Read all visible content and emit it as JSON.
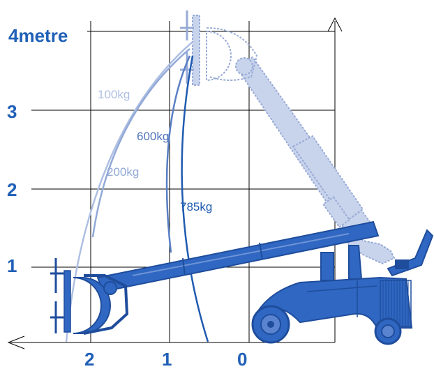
{
  "chart_data": {
    "type": "diagram",
    "y_axis": {
      "ticks": [
        "4metre",
        "3",
        "2",
        "1"
      ]
    },
    "x_axis": {
      "ticks": [
        "2",
        "1",
        "0"
      ]
    },
    "load_curves": [
      {
        "label": "100kg"
      },
      {
        "label": "200kg"
      },
      {
        "label": "600kg"
      },
      {
        "label": "785kg"
      }
    ]
  },
  "colors": {
    "machine_blue": "#2f67c2",
    "machine_dark": "#1f4d9c",
    "ghost_blue": "#aebfe2",
    "axis_text": "#2060b8",
    "grid": "#000000",
    "curve_100": "#aebfe2",
    "curve_200": "#92a9d8",
    "curve_600": "#5a7fc4",
    "curve_785": "#1f5bb0"
  },
  "icons": [
    "crane-lifter-machine",
    "suction-cup-head",
    "wheel"
  ]
}
